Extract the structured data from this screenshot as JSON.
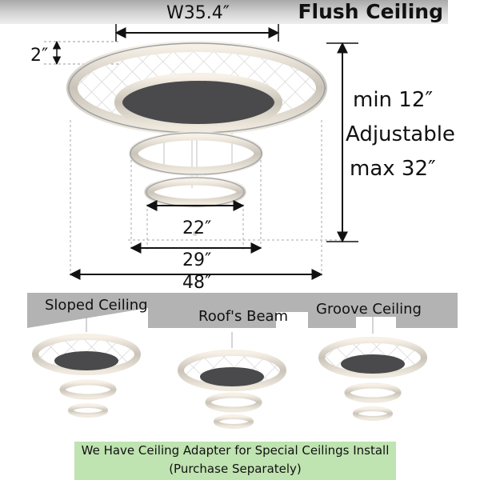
{
  "top": {
    "label": "Flush Ceiling",
    "width_label": "W35.4″",
    "height_label": "2″",
    "diam_small": "22″",
    "diam_mid": "29″",
    "diam_large": "48″",
    "min_label": "min 12″",
    "adjustable_label": "Adjustable",
    "max_label": "max 32″"
  },
  "ceilings": {
    "sloped": "Sloped Ceiling",
    "beam": "Roof's Beam",
    "groove": "Groove Ceiling"
  },
  "note": {
    "line1": "We Have Ceiling Adapter for Special Ceilings Install",
    "line2": "(Purchase Separately)"
  },
  "colors": {
    "ceiling_gray": "#b3b3b3",
    "note_green": "#bfe3b1",
    "chrome": "#9aa0a6"
  }
}
